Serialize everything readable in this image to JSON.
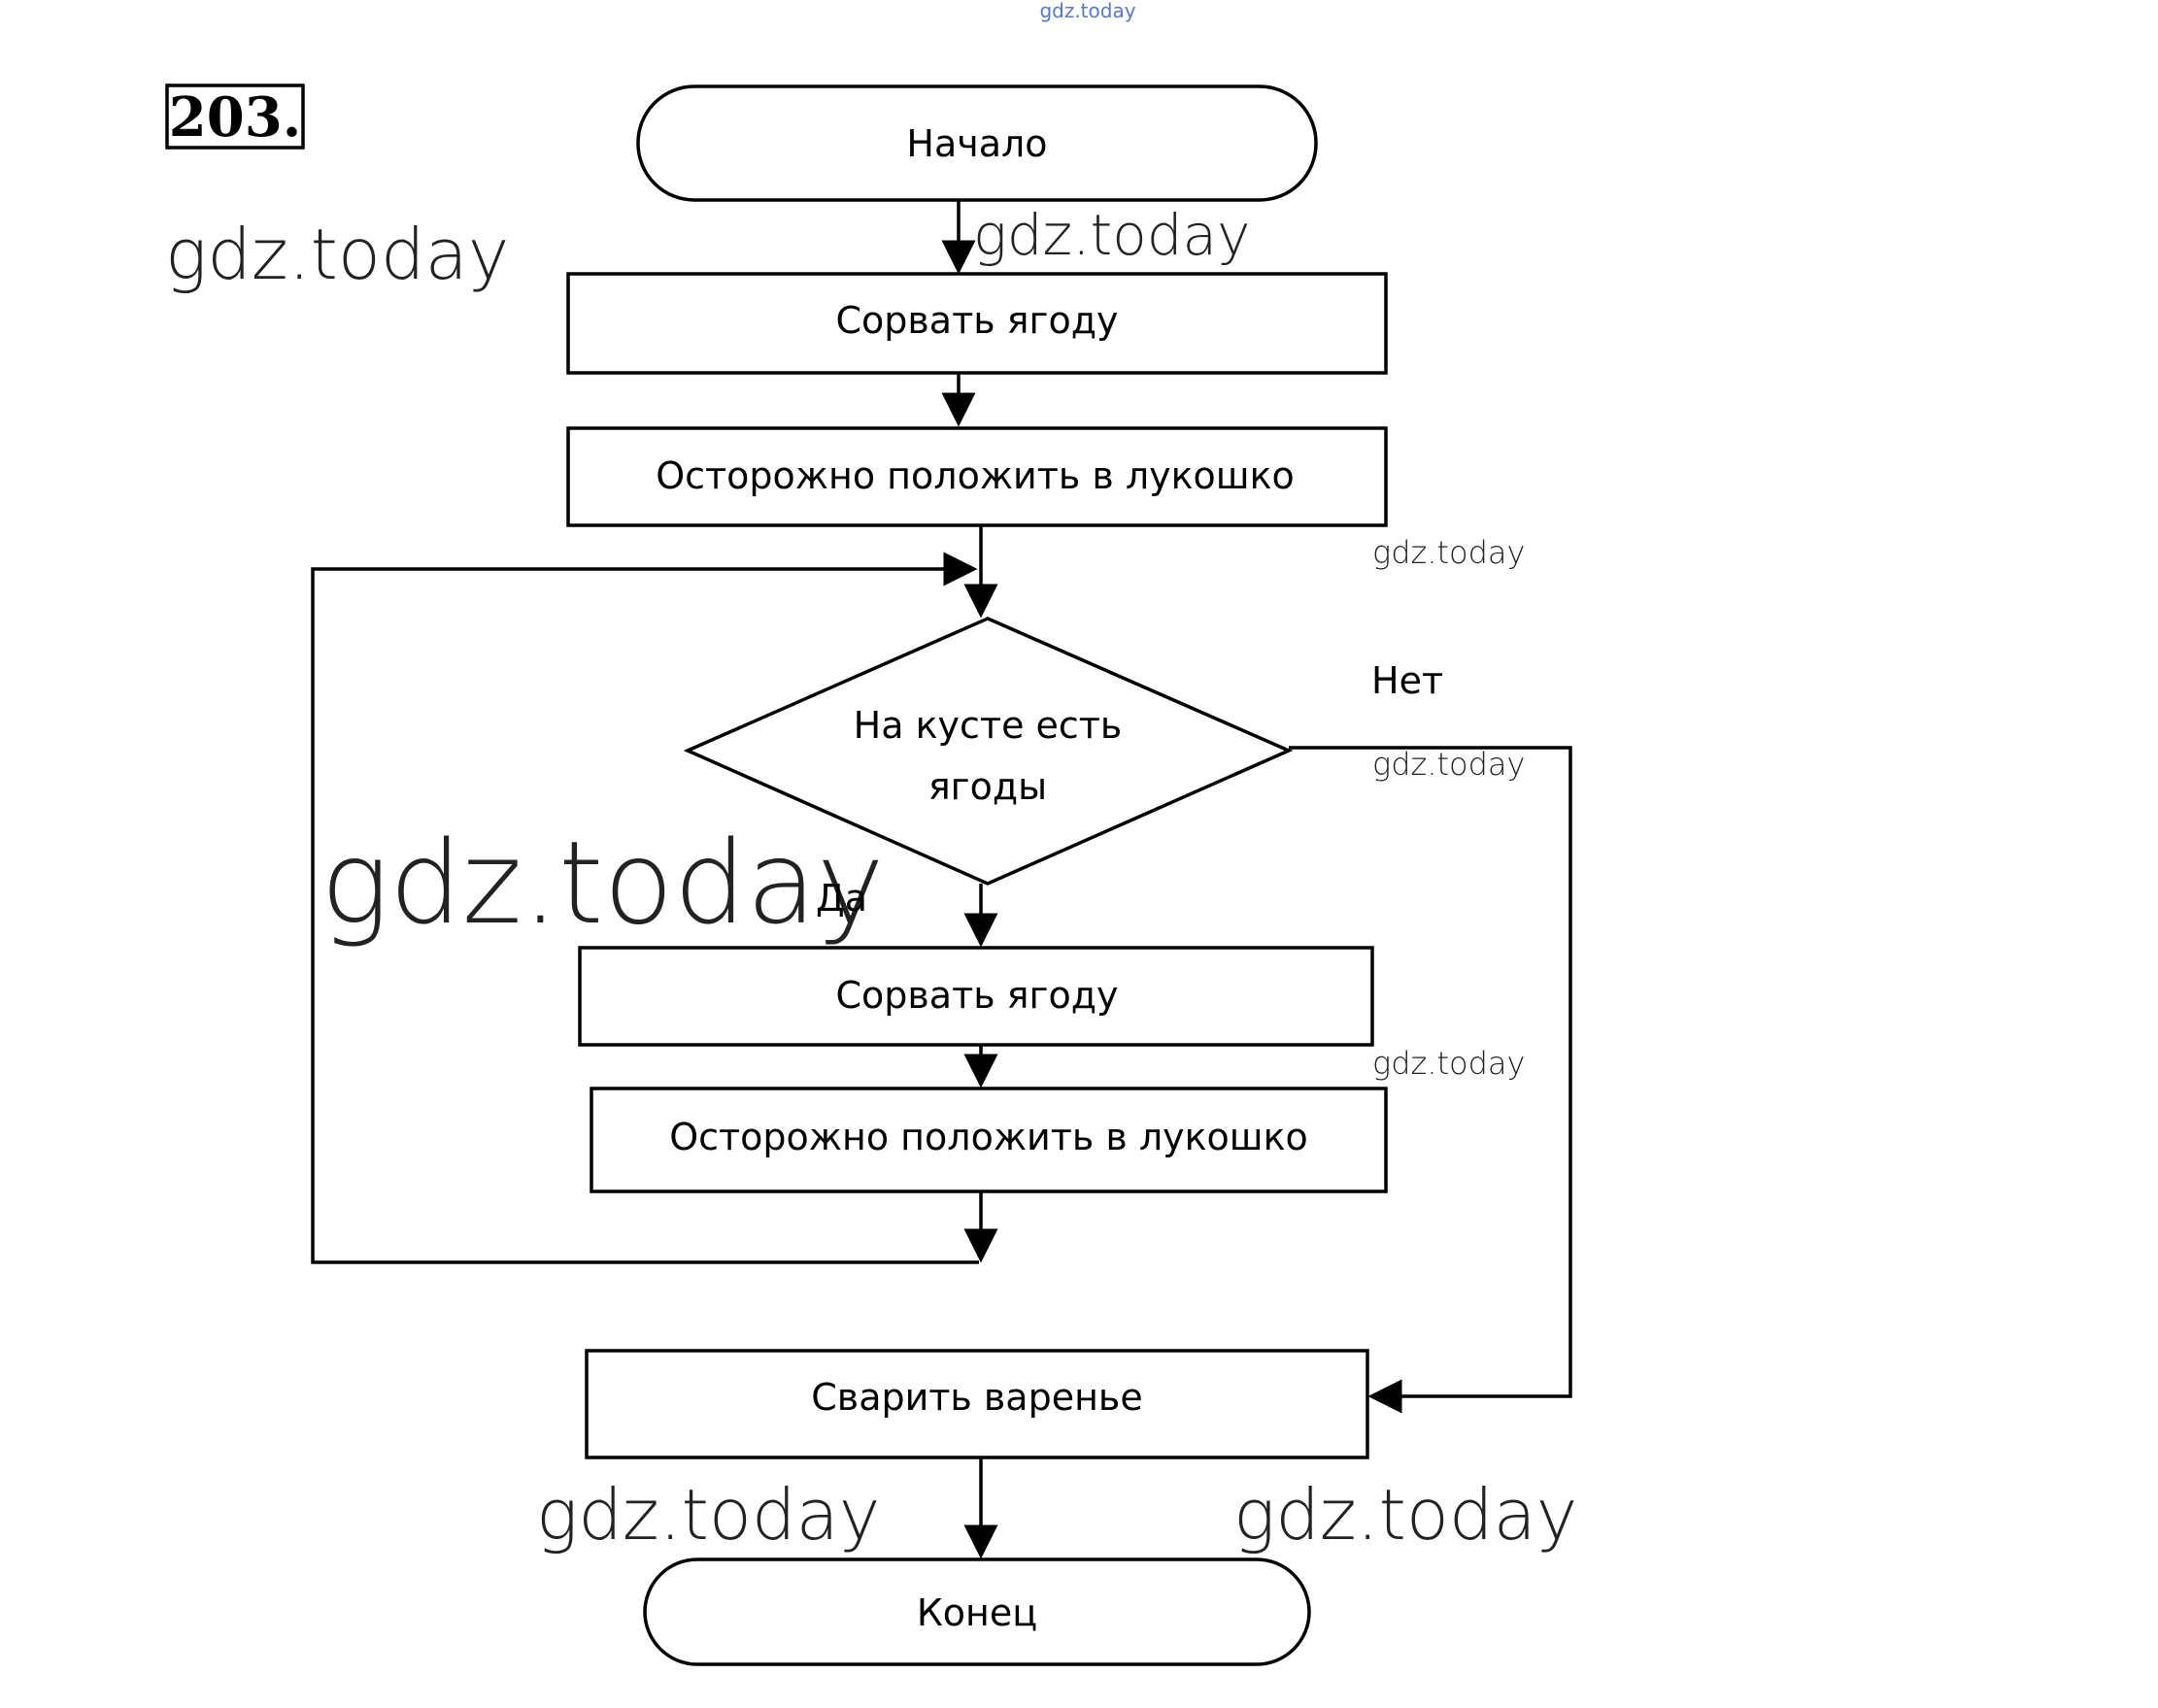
{
  "problem_number": "203.",
  "nodes": {
    "start": "Начало",
    "pick1": "Сорвать ягоду",
    "place1": "Осторожно положить в лукошко",
    "decision_line1": "На кусте есть",
    "decision_line2": "ягоды",
    "pick2": "Сорвать ягоду",
    "place2": "Осторожно положить в лукошко",
    "cook": "Сварить варенье",
    "end": "Конец"
  },
  "branches": {
    "yes": "Да",
    "no": "Нет"
  },
  "watermark": "gdz.today"
}
